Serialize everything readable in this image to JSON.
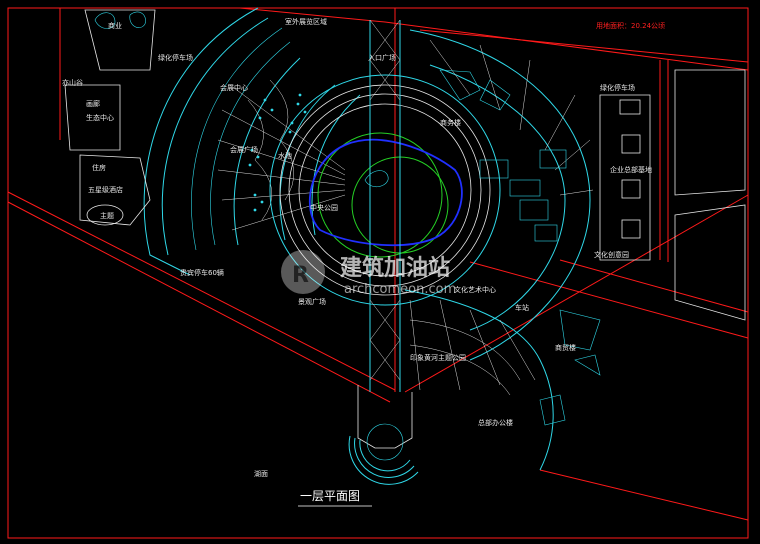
{
  "title": "一层平面图",
  "area_note": "用地面积：20.24公顷",
  "watermark": {
    "cn": "建筑加油站",
    "en": "archcomeon.com"
  },
  "labels": {
    "commerce": "商业",
    "outdoor_expo": "室外展览区域",
    "entrance_square": "入口广场",
    "green_parking_nw": "绿化停车场",
    "conference_center": "会展中心",
    "yellow_creek": "亦山谷",
    "gallery": "画廊",
    "ecology_center": "生态中心",
    "conference_plaza": "会展广场",
    "water_pool": "水池",
    "central_park": "中央公园",
    "residence": "住房",
    "five_star_hotel": "五星级酒店",
    "subject": "主题",
    "parking_60": "贵宾停车60辆",
    "landscape_square": "景观广场",
    "cultural_center": "文化艺术中心",
    "impression_park": "印象黄河主题公园",
    "lake": "湖面",
    "bus_station": "车站",
    "business_park": "商贸楼",
    "office": "总部办公楼",
    "hq_base": "企业总部基地",
    "creative_park": "文化创意园",
    "green_parking_ne": "绿化停车场",
    "business_office": "商务楼"
  },
  "colors": {
    "road": "#ff1a1a",
    "building": "#2fd8e8",
    "water": "#2030ff",
    "green": "#25d025",
    "background": "#000000"
  }
}
